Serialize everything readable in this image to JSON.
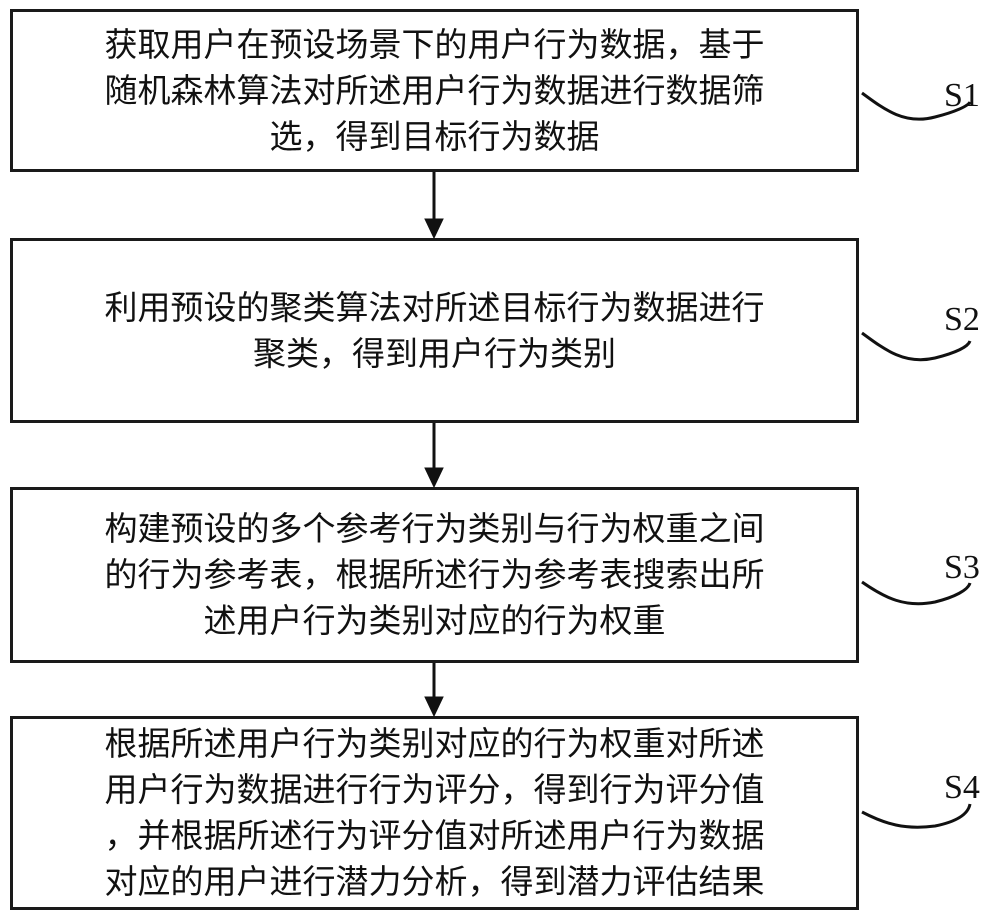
{
  "diagram": {
    "type": "flowchart",
    "steps": [
      {
        "id": "S1",
        "label": "S1",
        "lines": [
          "获取用户在预设场景下的用户行为数据，基于",
          "随机森林算法对所述用户行为数据进行数据筛",
          "选，得到目标行为数据"
        ]
      },
      {
        "id": "S2",
        "label": "S2",
        "lines": [
          "利用预设的聚类算法对所述目标行为数据进行",
          "聚类，得到用户行为类别"
        ]
      },
      {
        "id": "S3",
        "label": "S3",
        "lines": [
          "构建预设的多个参考行为类别与行为权重之间",
          "的行为参考表，根据所述行为参考表搜索出所",
          "述用户行为类别对应的行为权重"
        ]
      },
      {
        "id": "S4",
        "label": "S4",
        "lines": [
          "根据所述用户行为类别对应的行为权重对所述",
          "用户行为数据进行行为评分，得到行为评分值",
          "，并根据所述行为评分值对所述用户行为数据",
          "对应的用户进行潜力分析，得到潜力评估结果"
        ]
      }
    ],
    "edges": [
      {
        "from": "S1",
        "to": "S2"
      },
      {
        "from": "S2",
        "to": "S3"
      },
      {
        "from": "S3",
        "to": "S4"
      }
    ]
  }
}
